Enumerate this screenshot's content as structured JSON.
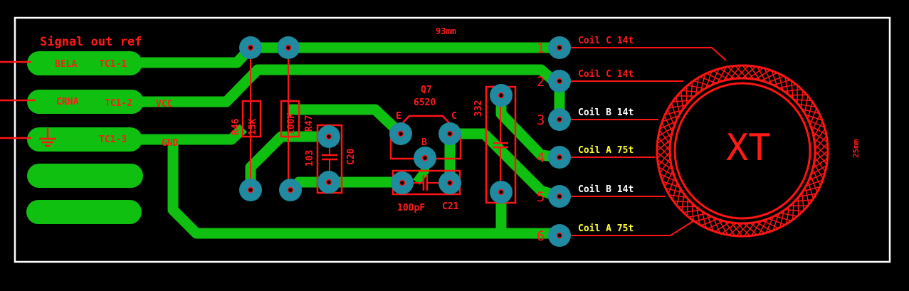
{
  "board": {
    "outline_color": "#ffffff",
    "trace_color": "#10c010",
    "silk_color": "#ff1414",
    "pad_color": "#1f8aa0",
    "width_label": "93mm",
    "height_label": "25mm"
  },
  "connector": {
    "title": "Signal out ref",
    "pads": [
      {
        "label": "BELA",
        "ref": "TC1-1"
      },
      {
        "label": "CRNA",
        "ref": "TC1-2"
      },
      {
        "label": "",
        "ref": "TC1-3",
        "icon": "ground-icon"
      },
      {
        "label": "",
        "ref": ""
      },
      {
        "label": "",
        "ref": ""
      }
    ]
  },
  "nets": {
    "vcc": "VCC",
    "gnd": "GND"
  },
  "components": {
    "r46": {
      "ref": "R46",
      "value": "15K"
    },
    "r47": {
      "ref": "R47",
      "value": "100K"
    },
    "c20": {
      "ref": "C20",
      "value": "103"
    },
    "q7": {
      "ref": "Q7",
      "value": "6520",
      "pins": {
        "e": "E",
        "b": "B",
        "c": "C"
      }
    },
    "c21": {
      "ref": "C21",
      "value": "100pF"
    },
    "c332": {
      "value": "332"
    }
  },
  "toroid": {
    "label": "XT",
    "pins": [
      {
        "num": "1",
        "label": "Coil C 14t",
        "color": "red"
      },
      {
        "num": "2",
        "label": "Coil C 14t",
        "color": "red"
      },
      {
        "num": "3",
        "label": "Coil B 14t",
        "color": "white"
      },
      {
        "num": "4",
        "label": "Coil A 75t",
        "color": "yellow"
      },
      {
        "num": "5",
        "label": "Coil B 14t",
        "color": "white"
      },
      {
        "num": "6",
        "label": "Coil A 75t",
        "color": "yellow"
      }
    ]
  }
}
